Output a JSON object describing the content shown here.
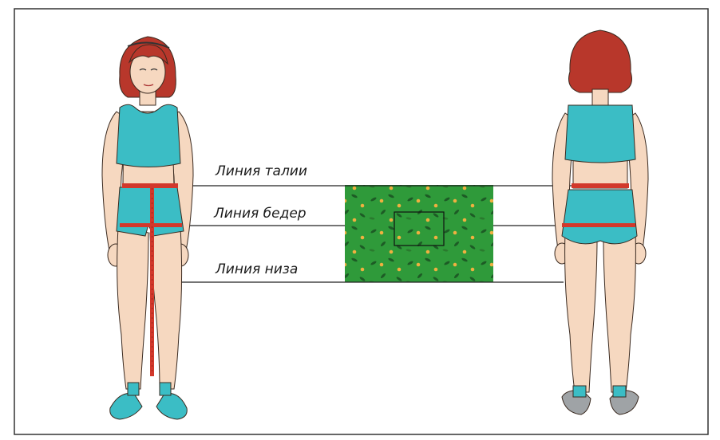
{
  "labels": {
    "waist": "Линия талии",
    "hips": "Линия бедер",
    "hem": "Линия низа"
  },
  "colors": {
    "frame": "#333333",
    "hair": "#b8372b",
    "skin": "#f6d8c0",
    "top": "#3bbdc5",
    "tape": "#d2382b",
    "fabric": "#2f9a3a",
    "fabric_dot": "#f0b040",
    "fabric_leaf": "#1d5b25"
  },
  "figures": {
    "front": "girl-front-view",
    "back": "girl-back-view"
  }
}
